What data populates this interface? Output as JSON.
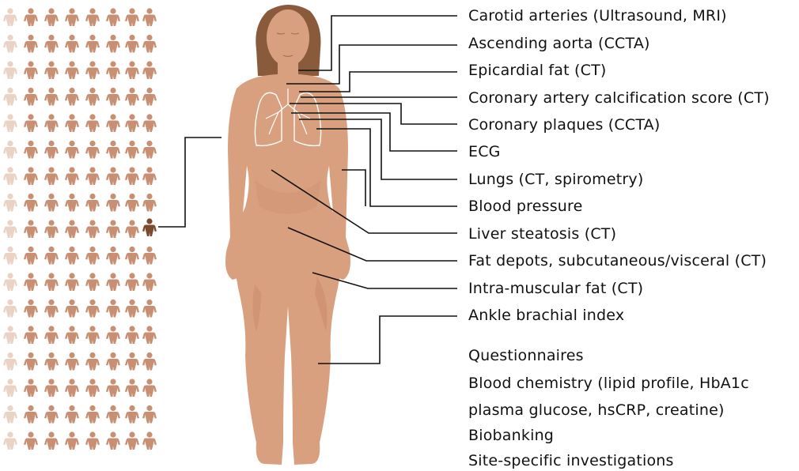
{
  "colors": {
    "person_icon": "#c98f73",
    "person_icon_faded": "#ead2c4",
    "highlighted_person": "#7a4a2e",
    "skin": "#d9a07f",
    "skin_shadow": "#c98c6c",
    "hair": "#8a5a3c",
    "lungs_outline": "#ffffff",
    "leader_line": "#111111"
  },
  "annotations": [
    "Carotid arteries (Ultrasound, MRI)",
    "Ascending aorta (CCTA)",
    "Epicardial fat (CT)",
    "Coronary artery calcification score (CT)",
    "Coronary plaques (CCTA)",
    "ECG",
    "Lungs (CT, spirometry)",
    "Blood pressure",
    "Liver steatosis (CT)",
    "Fat depots, subcutaneous/visceral (CT)",
    "Intra-muscular fat (CT)",
    "Ankle brachial index"
  ],
  "general_items": [
    "Questionnaires",
    "Blood chemistry (lipid profile, HbA1c",
    "plasma glucose, hsCRP, creatine)",
    "Biobanking",
    "Site-specific investigations"
  ]
}
